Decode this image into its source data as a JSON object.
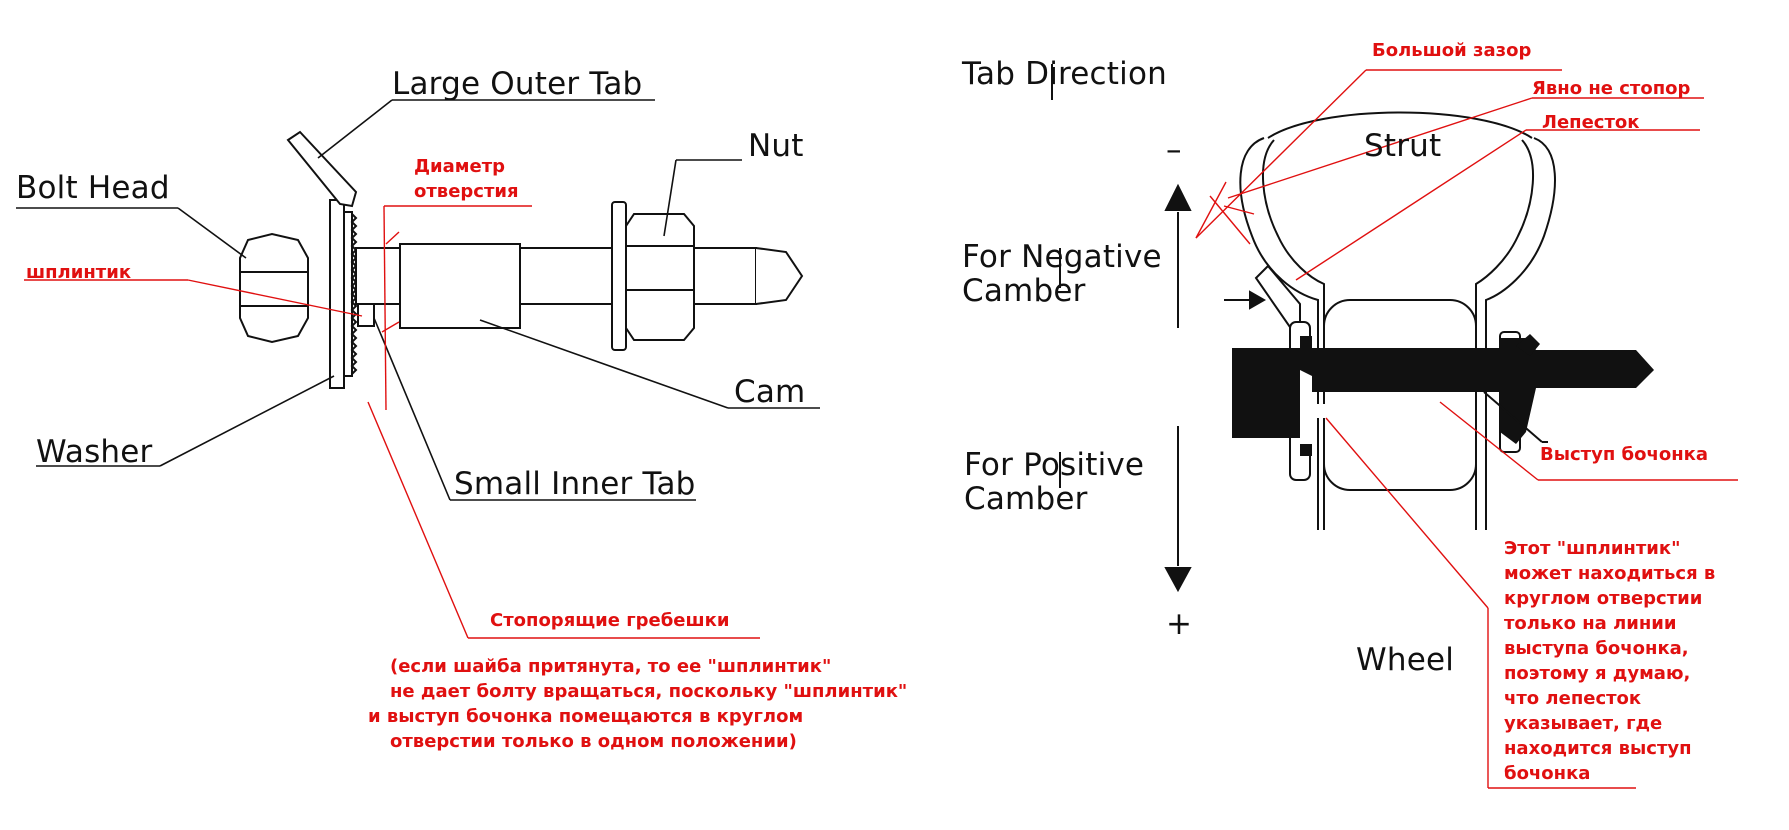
{
  "left_figure": {
    "labels": {
      "large_outer_tab": "Large Outer Tab",
      "bolt_head": "Bolt Head",
      "nut": "Nut",
      "washer": "Washer",
      "cam": "Cam",
      "small_inner_tab": "Small Inner Tab"
    },
    "annotations": {
      "hole_diameter": [
        "Диаметр",
        "отверстия"
      ],
      "cotter": "шплинтик",
      "locking_ridges": "Стопорящие гребешки",
      "explanation": [
        "(если шайба притянута, то ее \"шплинтик\"",
        "не дает болту вращаться, поскольку \"шплинтик\"",
        "и выступ бочонка помещаются в круглом",
        "отверстии только в одном положении)"
      ]
    }
  },
  "right_figure": {
    "labels": {
      "tab_direction": "Tab Direction",
      "strut": "Strut",
      "minus": "–",
      "plus": "+",
      "negative_camber": [
        "For Negative",
        "Camber"
      ],
      "positive_camber": [
        "For Positive",
        "Camber"
      ],
      "wheel": "Wheel"
    },
    "annotations": {
      "big_gap": "Большой зазор",
      "not_a_stop": "Явно не стопор",
      "petal": "Лепесток",
      "barrel_protrusion": "Выступ бочонка",
      "explanation": [
        "Этот \"шплинтик\"",
        "может находиться в",
        "круглом отверстии",
        "только на линии",
        "выступа бочонка,",
        "поэтому я думаю,",
        "что лепесток",
        "указывает, где",
        "находится выступ",
        "бочонка"
      ]
    }
  },
  "colors": {
    "ink": "#111111",
    "annotation": "#e01010"
  }
}
